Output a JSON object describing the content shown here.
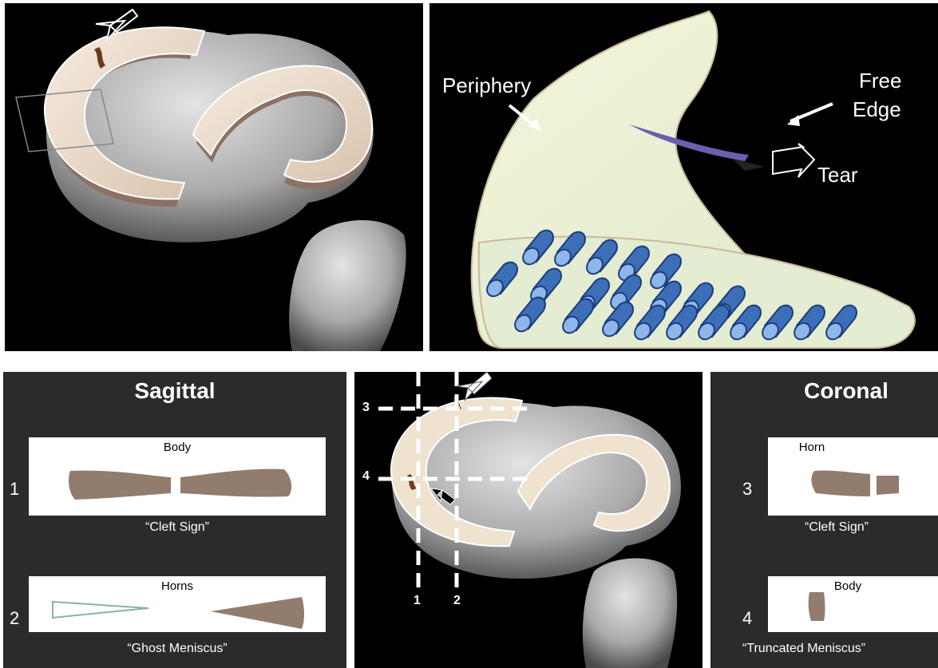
{
  "panel_a": {
    "labels": {
      "periphery": "Periphery",
      "free_edge_1": "Free",
      "free_edge_2": "Edge",
      "tear": "Tear"
    }
  },
  "sagittal": {
    "title": "Sagittal",
    "rows": [
      {
        "number": "1",
        "box_label": "Body",
        "caption": "“Cleft Sign”"
      },
      {
        "number": "2",
        "box_label": "Horns",
        "caption": "“Ghost Meniscus”"
      }
    ]
  },
  "center": {
    "slice_labels": {
      "h1": "3",
      "h2": "4",
      "v1": "1",
      "v2": "2"
    }
  },
  "coronal": {
    "title": "Coronal",
    "rows": [
      {
        "number": "3",
        "box_label": "Horn",
        "caption": "“Cleft Sign”"
      },
      {
        "number": "4",
        "box_label": "Body",
        "caption": "“Truncated Meniscus”"
      }
    ]
  },
  "colors": {
    "meniscus": "#efe2cf",
    "meniscus_side": "#8c7264",
    "bone": "#bdbdbd",
    "fiber": "#4f86d0",
    "tissue": "#f2f5d8",
    "cut": "#927c6e"
  }
}
